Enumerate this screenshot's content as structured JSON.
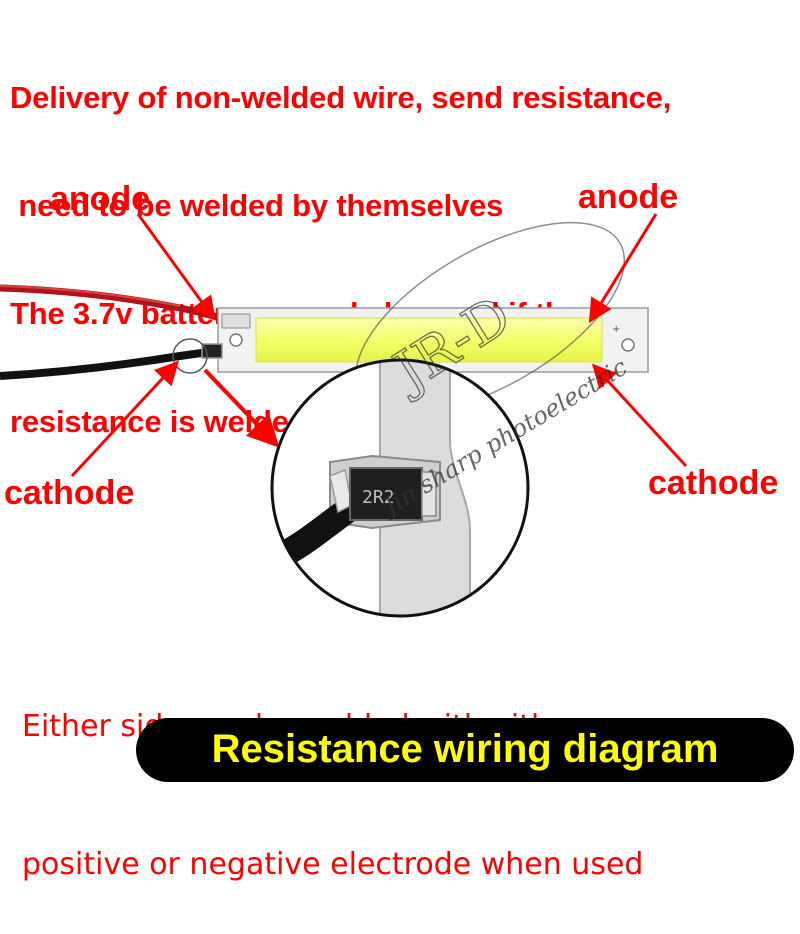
{
  "notice": {
    "line1": "Delivery of non-welded wire, send resistance,",
    "line2": " need to be welded by themselves",
    "line3": "The 3.7v battery can only be used if the",
    "line4": "resistance is welded"
  },
  "labels": {
    "anode_left": "anode",
    "anode_right": "anode",
    "cathode_left": "cathode",
    "cathode_right": "cathode"
  },
  "watermark": {
    "logo": "JR-D",
    "text": "Jin sharp photoelectric"
  },
  "resistor": {
    "code": "2R2"
  },
  "note": {
    "line1": "Either side can be welded with either",
    "line2": "positive or negative electrode when used"
  },
  "banner": {
    "text": "Resistance wiring diagram"
  },
  "colors": {
    "accent_red": "#ff0000",
    "banner_bg": "#000000",
    "banner_text": "#ffff00",
    "led_yellow": "#f4ff6a"
  }
}
